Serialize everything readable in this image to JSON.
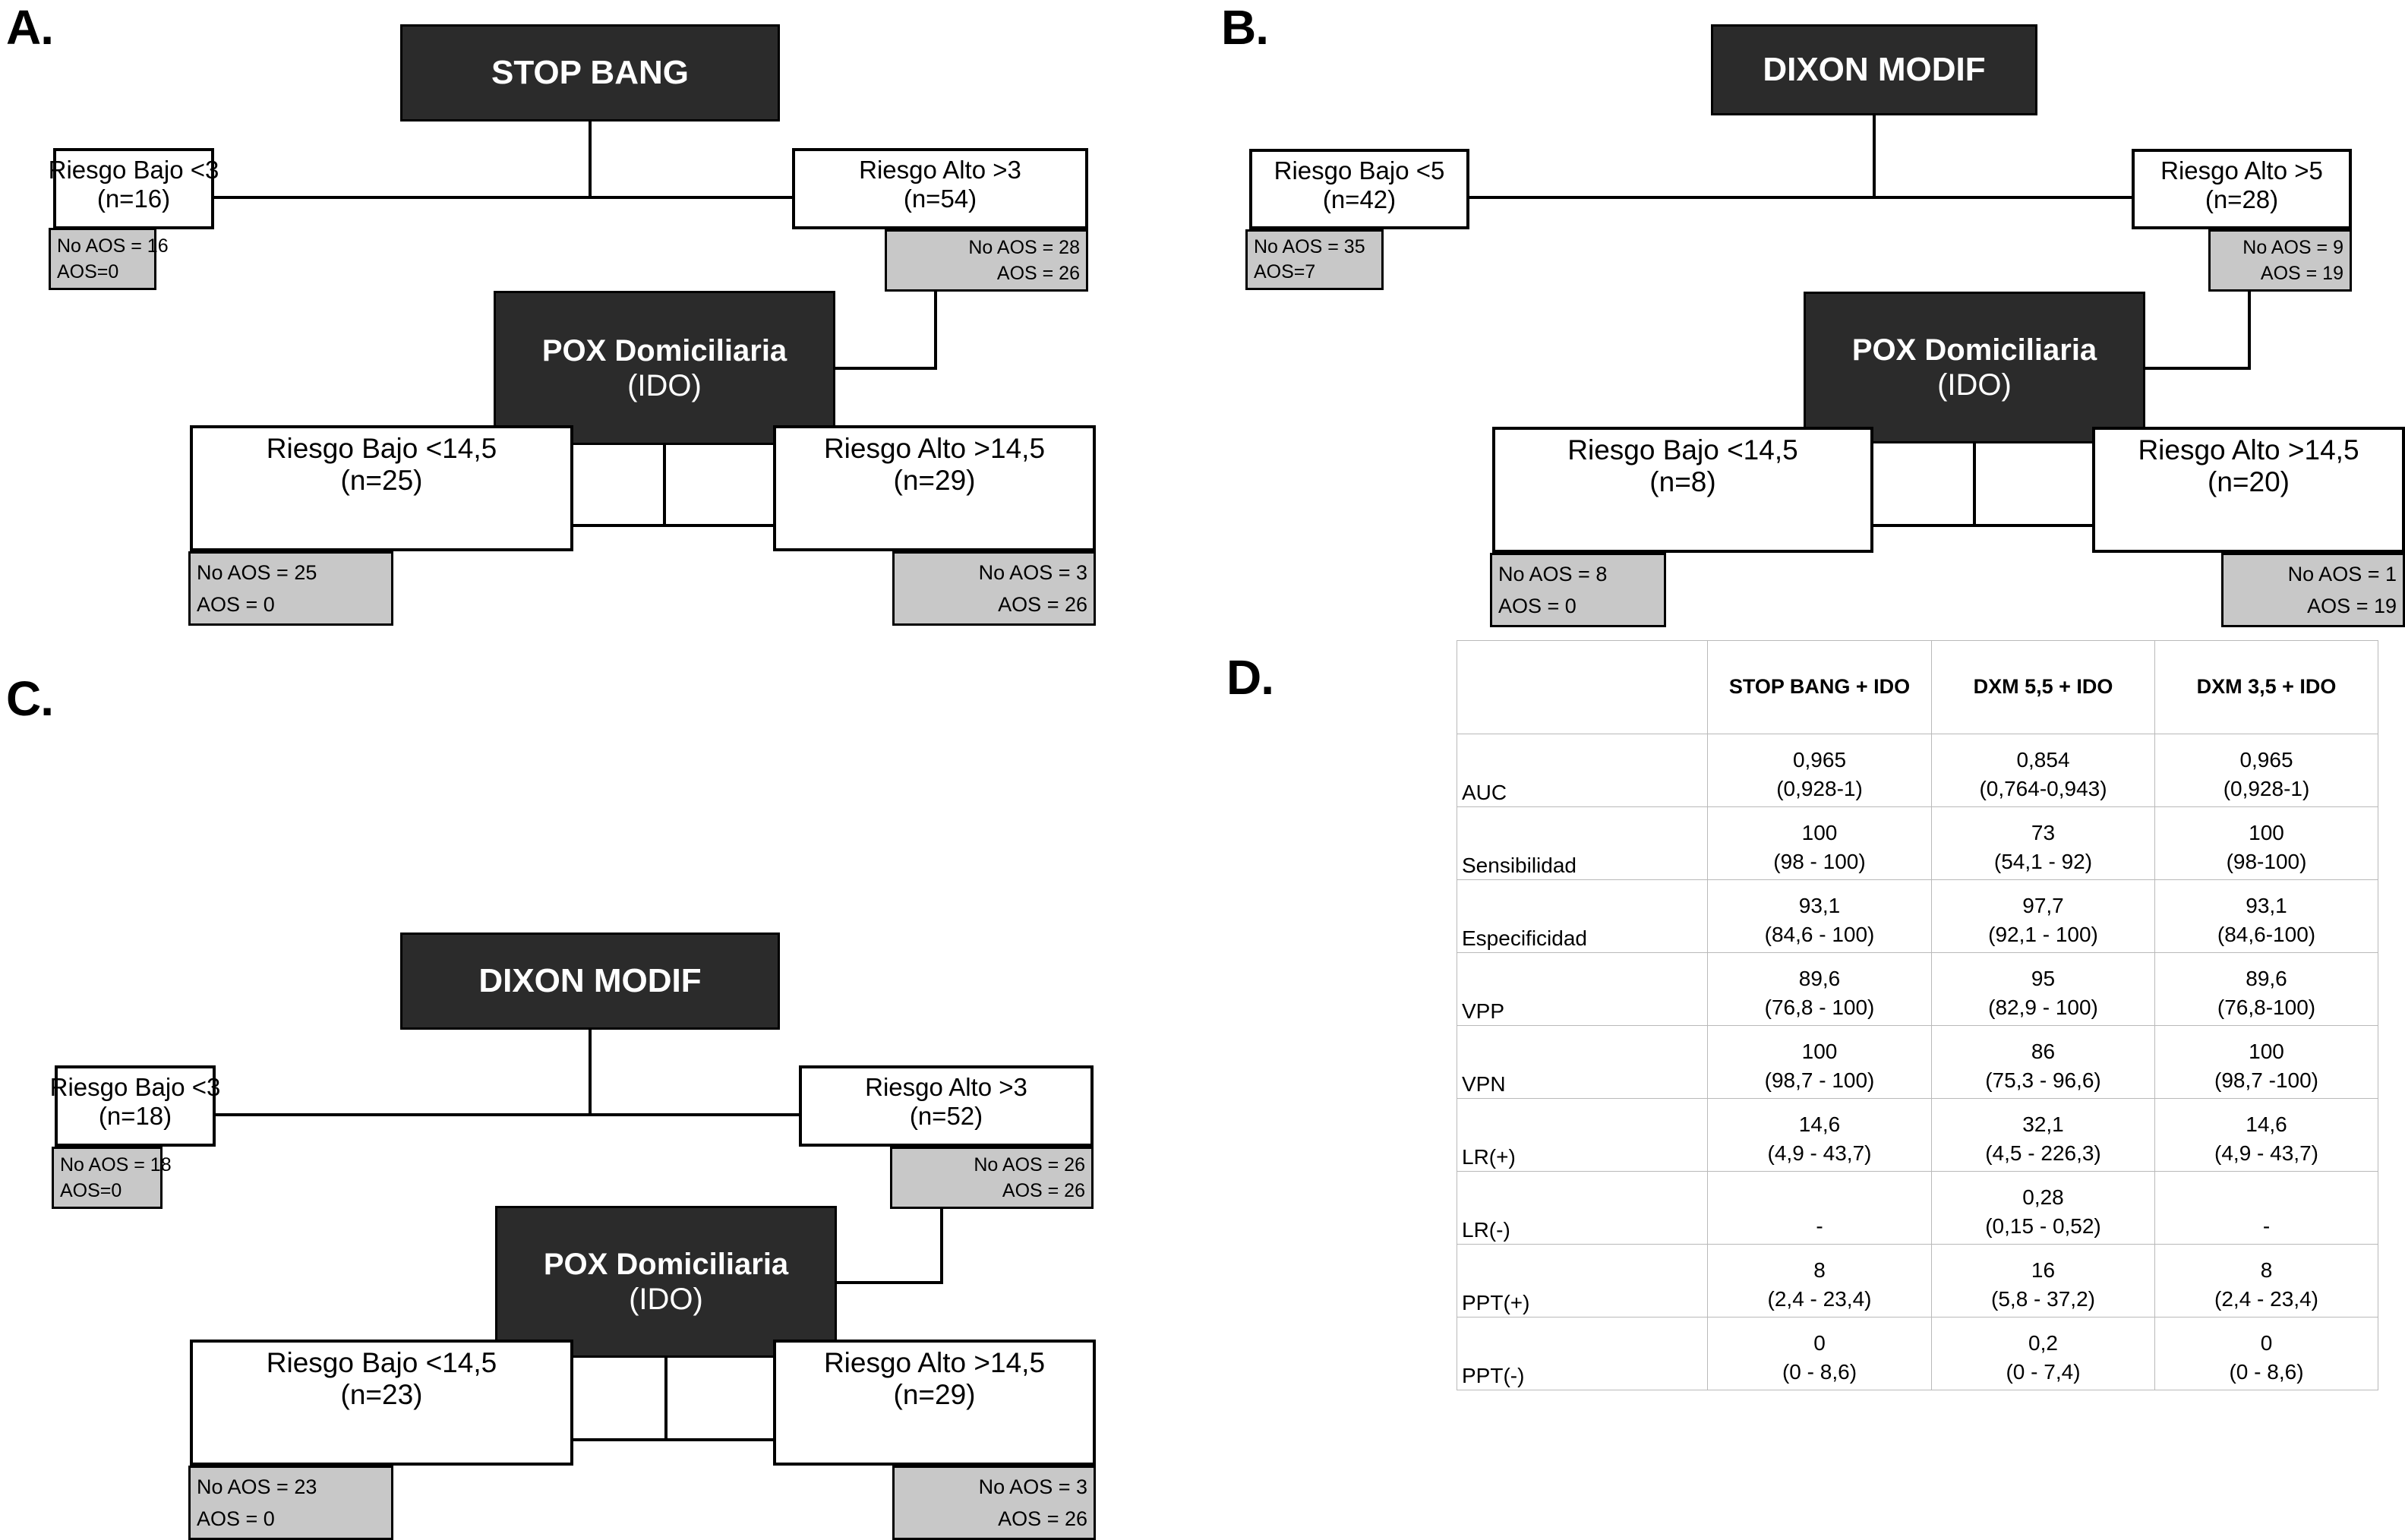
{
  "panels": {
    "a": {
      "letter": "A.",
      "root": {
        "title": "STOP BANG"
      },
      "level1": {
        "left": {
          "l1": "Riesgo Bajo <3",
          "l2": "(n=16)",
          "grey": {
            "g1": "No AOS = 16",
            "g2": "AOS=0"
          }
        },
        "right": {
          "l1": "Riesgo Alto >3",
          "l2": "(n=54)",
          "grey": {
            "g1": "No AOS = 28",
            "g2": "AOS = 26"
          }
        }
      },
      "mid": {
        "t1": "POX Domiciliaria",
        "t2": "(IDO)"
      },
      "level2": {
        "left": {
          "l1": "Riesgo Bajo <14,5",
          "l2": "(n=25)",
          "grey": {
            "g1": "No AOS = 25",
            "g2": "AOS = 0"
          }
        },
        "right": {
          "l1": "Riesgo Alto >14,5",
          "l2": "(n=29)",
          "grey": {
            "g1": "No AOS = 3",
            "g2": "AOS = 26"
          }
        }
      }
    },
    "b": {
      "letter": "B.",
      "root": {
        "title": "DIXON MODIF"
      },
      "level1": {
        "left": {
          "l1": "Riesgo Bajo <5",
          "l2": "(n=42)",
          "grey": {
            "g1": "No AOS = 35",
            "g2": "AOS=7"
          }
        },
        "right": {
          "l1": "Riesgo Alto >5",
          "l2": "(n=28)",
          "grey": {
            "g1": "No AOS = 9",
            "g2": "AOS = 19"
          }
        }
      },
      "mid": {
        "t1": "POX Domiciliaria",
        "t2": "(IDO)"
      },
      "level2": {
        "left": {
          "l1": "Riesgo Bajo <14,5",
          "l2": "(n=8)",
          "grey": {
            "g1": "No AOS = 8",
            "g2": "AOS = 0"
          }
        },
        "right": {
          "l1": "Riesgo Alto >14,5",
          "l2": "(n=20)",
          "grey": {
            "g1": "No AOS = 1",
            "g2": "AOS = 19"
          }
        }
      }
    },
    "c": {
      "letter": "C.",
      "root": {
        "title": "DIXON MODIF"
      },
      "level1": {
        "left": {
          "l1": "Riesgo Bajo <3",
          "l2": "(n=18)",
          "grey": {
            "g1": "No AOS = 18",
            "g2": "AOS=0"
          }
        },
        "right": {
          "l1": "Riesgo Alto >3",
          "l2": "(n=52)",
          "grey": {
            "g1": "No AOS = 26",
            "g2": "AOS = 26"
          }
        }
      },
      "mid": {
        "t1": "POX Domiciliaria",
        "t2": "(IDO)"
      },
      "level2": {
        "left": {
          "l1": "Riesgo Bajo <14,5",
          "l2": "(n=23)",
          "grey": {
            "g1": "No AOS = 23",
            "g2": "AOS = 0"
          }
        },
        "right": {
          "l1": "Riesgo Alto >14,5",
          "l2": "(n=29)",
          "grey": {
            "g1": "No AOS = 3",
            "g2": "AOS = 26"
          }
        }
      }
    },
    "d": {
      "letter": "D.",
      "table": {
        "corner": "",
        "columns": [
          "STOP BANG + IDO",
          "DXM 5,5 + IDO",
          "DXM 3,5 + IDO"
        ],
        "rows": [
          {
            "label": "AUC",
            "cells": [
              {
                "v1": "0,965",
                "v2": "(0,928-1)"
              },
              {
                "v1": "0,854",
                "v2": "(0,764-0,943)"
              },
              {
                "v1": "0,965",
                "v2": "(0,928-1)"
              }
            ]
          },
          {
            "label": "Sensibilidad",
            "cells": [
              {
                "v1": "100",
                "v2": "(98 - 100)"
              },
              {
                "v1": "73",
                "v2": "(54,1 - 92)"
              },
              {
                "v1": "100",
                "v2": "(98-100)"
              }
            ]
          },
          {
            "label": "Especificidad",
            "cells": [
              {
                "v1": "93,1",
                "v2": "(84,6 - 100)"
              },
              {
                "v1": "97,7",
                "v2": "(92,1 - 100)"
              },
              {
                "v1": "93,1",
                "v2": "(84,6-100)"
              }
            ]
          },
          {
            "label": "VPP",
            "cells": [
              {
                "v1": "89,6",
                "v2": "(76,8 - 100)"
              },
              {
                "v1": "95",
                "v2": "(82,9 - 100)"
              },
              {
                "v1": "89,6",
                "v2": "(76,8-100)"
              }
            ]
          },
          {
            "label": "VPN",
            "cells": [
              {
                "v1": "100",
                "v2": "(98,7 - 100)"
              },
              {
                "v1": "86",
                "v2": "(75,3 - 96,6)"
              },
              {
                "v1": "100",
                "v2": "(98,7 -100)"
              }
            ]
          },
          {
            "label": "LR(+)",
            "cells": [
              {
                "v1": "14,6",
                "v2": "(4,9 - 43,7)"
              },
              {
                "v1": "32,1",
                "v2": "(4,5 - 226,3)"
              },
              {
                "v1": "14,6",
                "v2": "(4,9 - 43,7)"
              }
            ]
          },
          {
            "label": "LR(-)",
            "cells": [
              {
                "v1": "",
                "v2": "-"
              },
              {
                "v1": "0,28",
                "v2": "(0,15 - 0,52)"
              },
              {
                "v1": "",
                "v2": "-"
              }
            ]
          },
          {
            "label": "PPT(+)",
            "cells": [
              {
                "v1": "8",
                "v2": "(2,4 - 23,4)"
              },
              {
                "v1": "16",
                "v2": "(5,8 - 37,2)"
              },
              {
                "v1": "8",
                "v2": "(2,4 - 23,4)"
              }
            ]
          },
          {
            "label": "PPT(-)",
            "cells": [
              {
                "v1": "0",
                "v2": "(0 - 8,6)"
              },
              {
                "v1": "0,2",
                "v2": "(0 - 7,4)"
              },
              {
                "v1": "0",
                "v2": "(0 - 8,6)"
              }
            ]
          }
        ]
      }
    }
  },
  "colors": {
    "dark_node": "#2b2b2b",
    "grey_node": "#c8c8c8",
    "stroke": "#000000",
    "background": "#ffffff"
  }
}
